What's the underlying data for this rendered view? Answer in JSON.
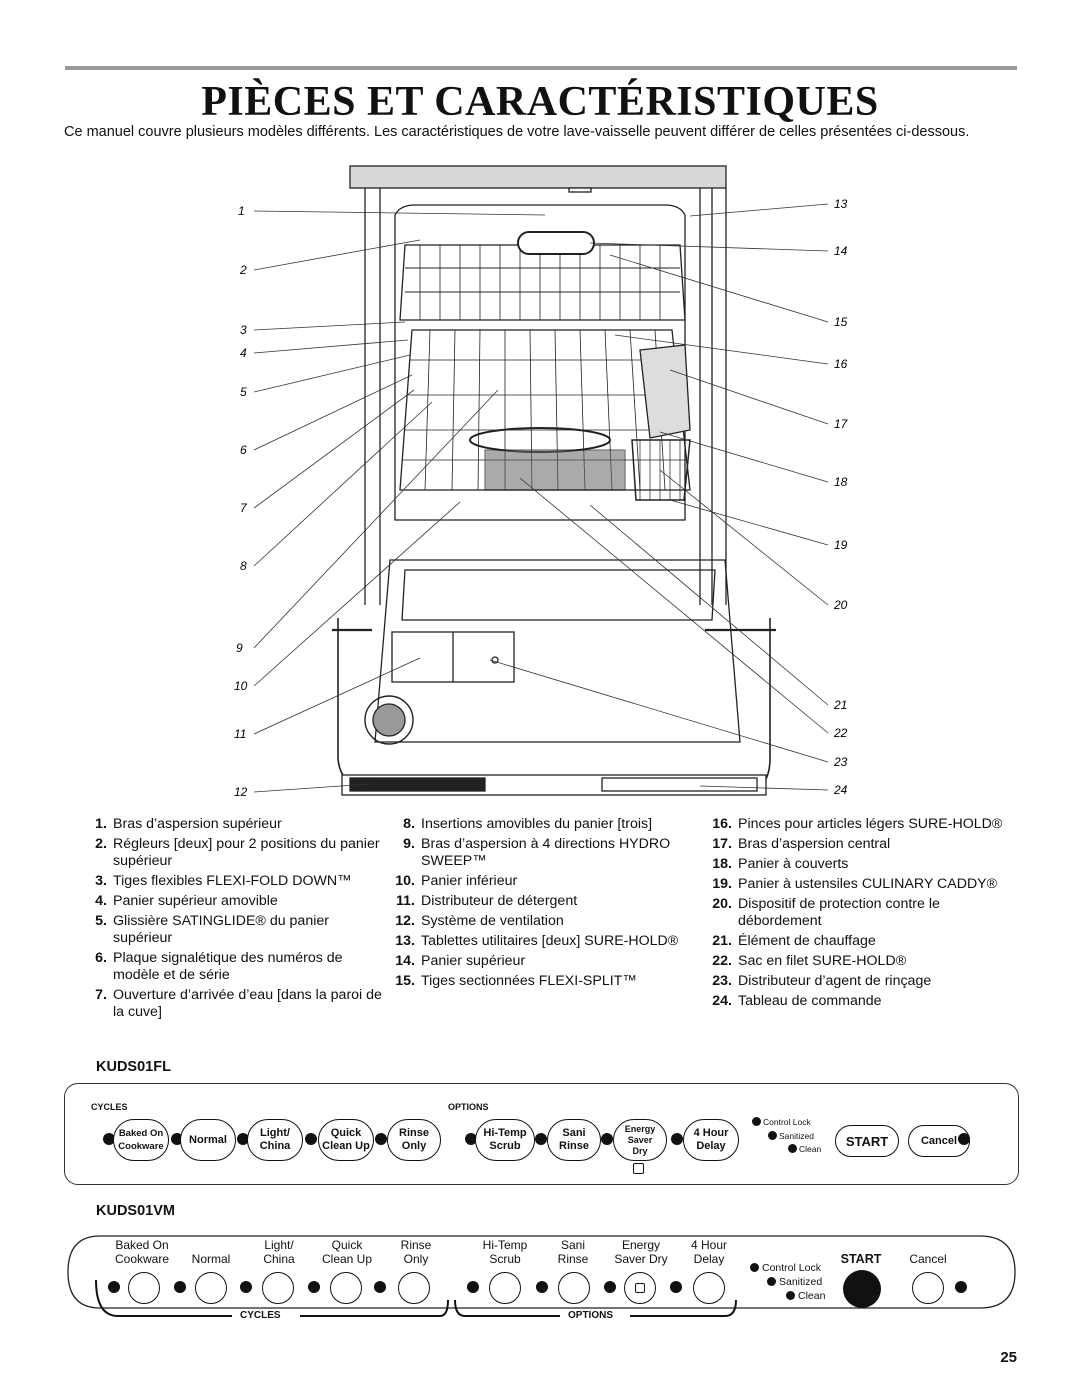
{
  "page": {
    "title": "PIÈCES ET CARACTÉRISTIQUES",
    "intro": "Ce manuel couvre plusieurs modèles différents. Les caractéristiques de votre lave-vaisselle peuvent différer de celles présentées ci-dessous.",
    "page_number": "25"
  },
  "diagram": {
    "left_callouts": [
      "1",
      "2",
      "3",
      "4",
      "5",
      "6",
      "7",
      "8",
      "9",
      "10",
      "11",
      "12"
    ],
    "right_callouts": [
      "13",
      "14",
      "15",
      "16",
      "17",
      "18",
      "19",
      "20",
      "21",
      "22",
      "23",
      "24"
    ]
  },
  "legend": {
    "col1": [
      {
        "num": "1.",
        "text": "Bras d’aspersion supérieur"
      },
      {
        "num": "2.",
        "text": "Régleurs [deux] pour 2 positions du panier supérieur"
      },
      {
        "num": "3.",
        "text": "Tiges flexibles FLEXI-FOLD DOWN™"
      },
      {
        "num": "4.",
        "text": "Panier supérieur amovible"
      },
      {
        "num": "5.",
        "text": "Glissière SATINGLIDE® du panier supérieur"
      },
      {
        "num": "6.",
        "text": "Plaque signalétique des numéros de modèle et de série"
      },
      {
        "num": "7.",
        "text": "Ouverture d’arrivée d’eau [dans la paroi de la cuve]"
      }
    ],
    "col2": [
      {
        "num": "8.",
        "text": "Insertions amovibles du panier [trois]"
      },
      {
        "num": "9.",
        "text": "Bras d’aspersion à 4 directions HYDRO SWEEP™"
      },
      {
        "num": "10.",
        "text": "Panier inférieur"
      },
      {
        "num": "11.",
        "text": "Distributeur de détergent"
      },
      {
        "num": "12.",
        "text": "Système de ventilation"
      },
      {
        "num": "13.",
        "text": "Tablettes utilitaires [deux] SURE-HOLD®"
      },
      {
        "num": "14.",
        "text": "Panier supérieur"
      },
      {
        "num": "15.",
        "text": "Tiges sectionnées FLEXI-SPLIT™"
      }
    ],
    "col3": [
      {
        "num": "16.",
        "text": "Pinces pour articles légers SURE-HOLD®"
      },
      {
        "num": "17.",
        "text": "Bras d’aspersion central"
      },
      {
        "num": "18.",
        "text": "Panier à couverts"
      },
      {
        "num": "19.",
        "text": "Panier à ustensiles CULINARY CADDY®"
      },
      {
        "num": "20.",
        "text": "Dispositif de protection contre le débordement"
      },
      {
        "num": "21.",
        "text": "Élément de chauffage"
      },
      {
        "num": "22.",
        "text": "Sac en filet SURE-HOLD®"
      },
      {
        "num": "23.",
        "text": "Distributeur d’agent de rinçage"
      },
      {
        "num": "24.",
        "text": "Tableau de commande"
      }
    ]
  },
  "panel1": {
    "model": "KUDS01FL",
    "cycles_heading": "CYCLES",
    "options_heading": "OPTIONS",
    "buttons": {
      "baked_on": [
        "Baked On",
        "Cookware"
      ],
      "normal": [
        "Normal"
      ],
      "light_china": [
        "Light/",
        "China"
      ],
      "quick_clean": [
        "Quick",
        "Clean Up"
      ],
      "rinse_only": [
        "Rinse",
        "Only"
      ],
      "hi_temp": [
        "Hi-Temp",
        "Scrub"
      ],
      "sani_rinse": [
        "Sani",
        "Rinse"
      ],
      "energy_saver": [
        "Energy",
        "Saver",
        "Dry"
      ],
      "four_hour": [
        "4 Hour",
        "Delay"
      ],
      "start": "START",
      "cancel": "Cancel"
    },
    "indicators": {
      "control_lock": "Control Lock",
      "sanitized": "Sanitized",
      "clean": "Clean"
    }
  },
  "panel2": {
    "model": "KUDS01VM",
    "cycles_heading": "CYCLES",
    "options_heading": "OPTIONS",
    "labels": {
      "baked_on": [
        "Baked On",
        "Cookware"
      ],
      "normal": [
        "",
        "Normal"
      ],
      "light_china": [
        "Light/",
        "China"
      ],
      "quick_clean": [
        "Quick",
        "Clean Up"
      ],
      "rinse_only": [
        "Rinse",
        "Only"
      ],
      "hi_temp": [
        "Hi-Temp",
        "Scrub"
      ],
      "sani_rinse": [
        "Sani",
        "Rinse"
      ],
      "energy_saver": [
        "Energy",
        "Saver Dry"
      ],
      "four_hour": [
        "4 Hour",
        "Delay"
      ],
      "start": "START",
      "cancel": "Cancel"
    },
    "indicators": {
      "control_lock": "Control Lock",
      "sanitized": "Sanitized",
      "clean": "Clean"
    }
  }
}
